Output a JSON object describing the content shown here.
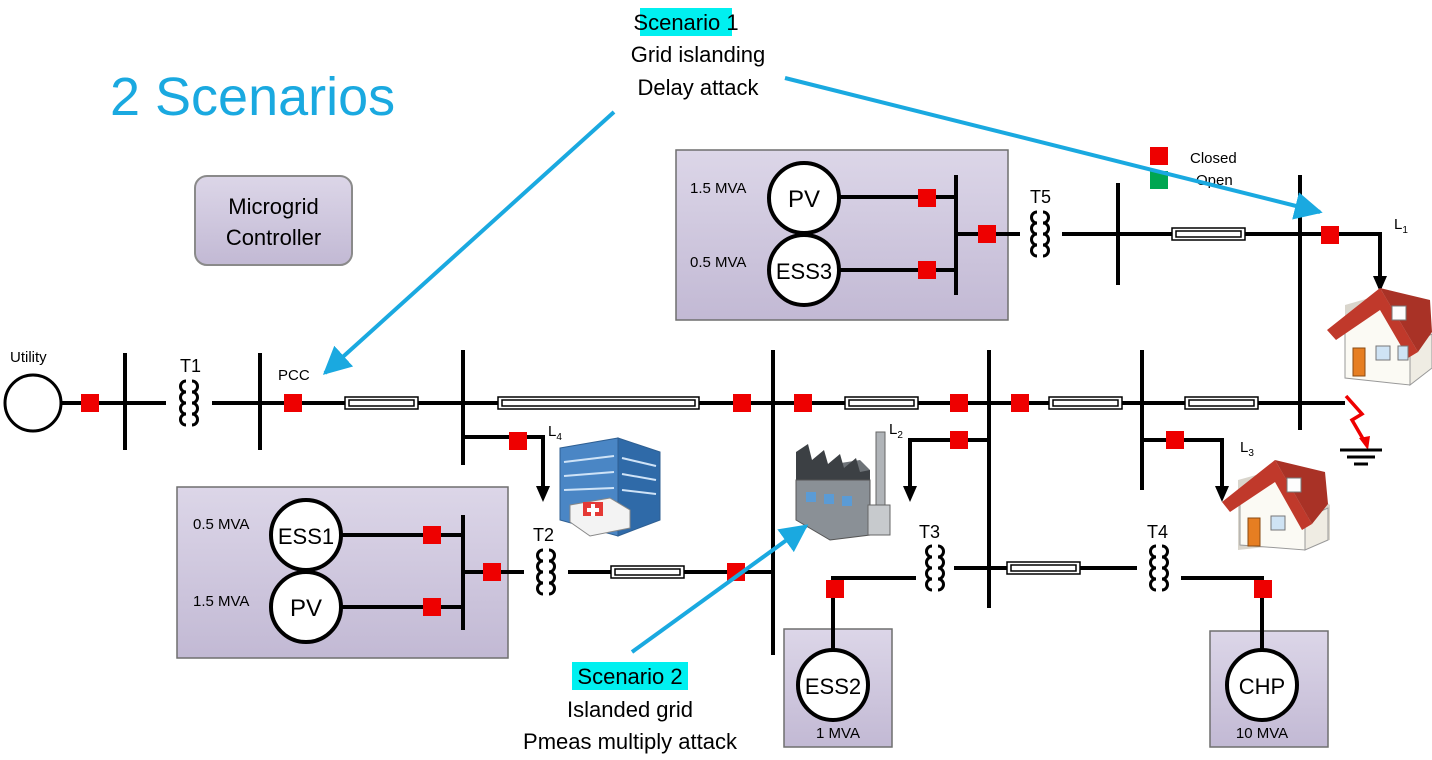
{
  "title": "2 Scenarios",
  "controller": {
    "line1": "Microgrid",
    "line2": "Controller"
  },
  "scenario1": {
    "tag": "Scenario 1",
    "line1": "Grid islanding",
    "line2": "Delay attack"
  },
  "scenario2": {
    "tag": "Scenario 2",
    "line1": "Islanded grid",
    "line2": "Pmeas multiply attack"
  },
  "legend": {
    "closed": "Closed",
    "open": "Open"
  },
  "labels": {
    "utility": "Utility",
    "pcc": "PCC",
    "t1": "T1",
    "t2": "T2",
    "t3": "T3",
    "t4": "T4",
    "t5": "T5",
    "l1": "L",
    "l1_sub": "1",
    "l2": "L",
    "l2_sub": "2",
    "l3": "L",
    "l3_sub": "3",
    "l4": "L",
    "l4_sub": "4"
  },
  "gens": {
    "pv_top": "PV",
    "pv_top_rating": "1.5 MVA",
    "ess3": "ESS3",
    "ess3_rating": "0.5 MVA",
    "ess1": "ESS1",
    "ess1_rating": "0.5 MVA",
    "pv_bottom": "PV",
    "pv_bottom_rating": "1.5 MVA",
    "ess2": "ESS2",
    "ess2_rating": "1 MVA",
    "chp": "CHP",
    "chp_rating": "10 MVA"
  },
  "colors": {
    "title": "#1aa9e0",
    "arrow": "#1aa9e0",
    "scenario_highlight": "#00f0f0",
    "breaker_closed": "#ee0000",
    "breaker_open": "#00a651",
    "panel_fill": "#cdc6dc",
    "fault": "#ee0000"
  }
}
